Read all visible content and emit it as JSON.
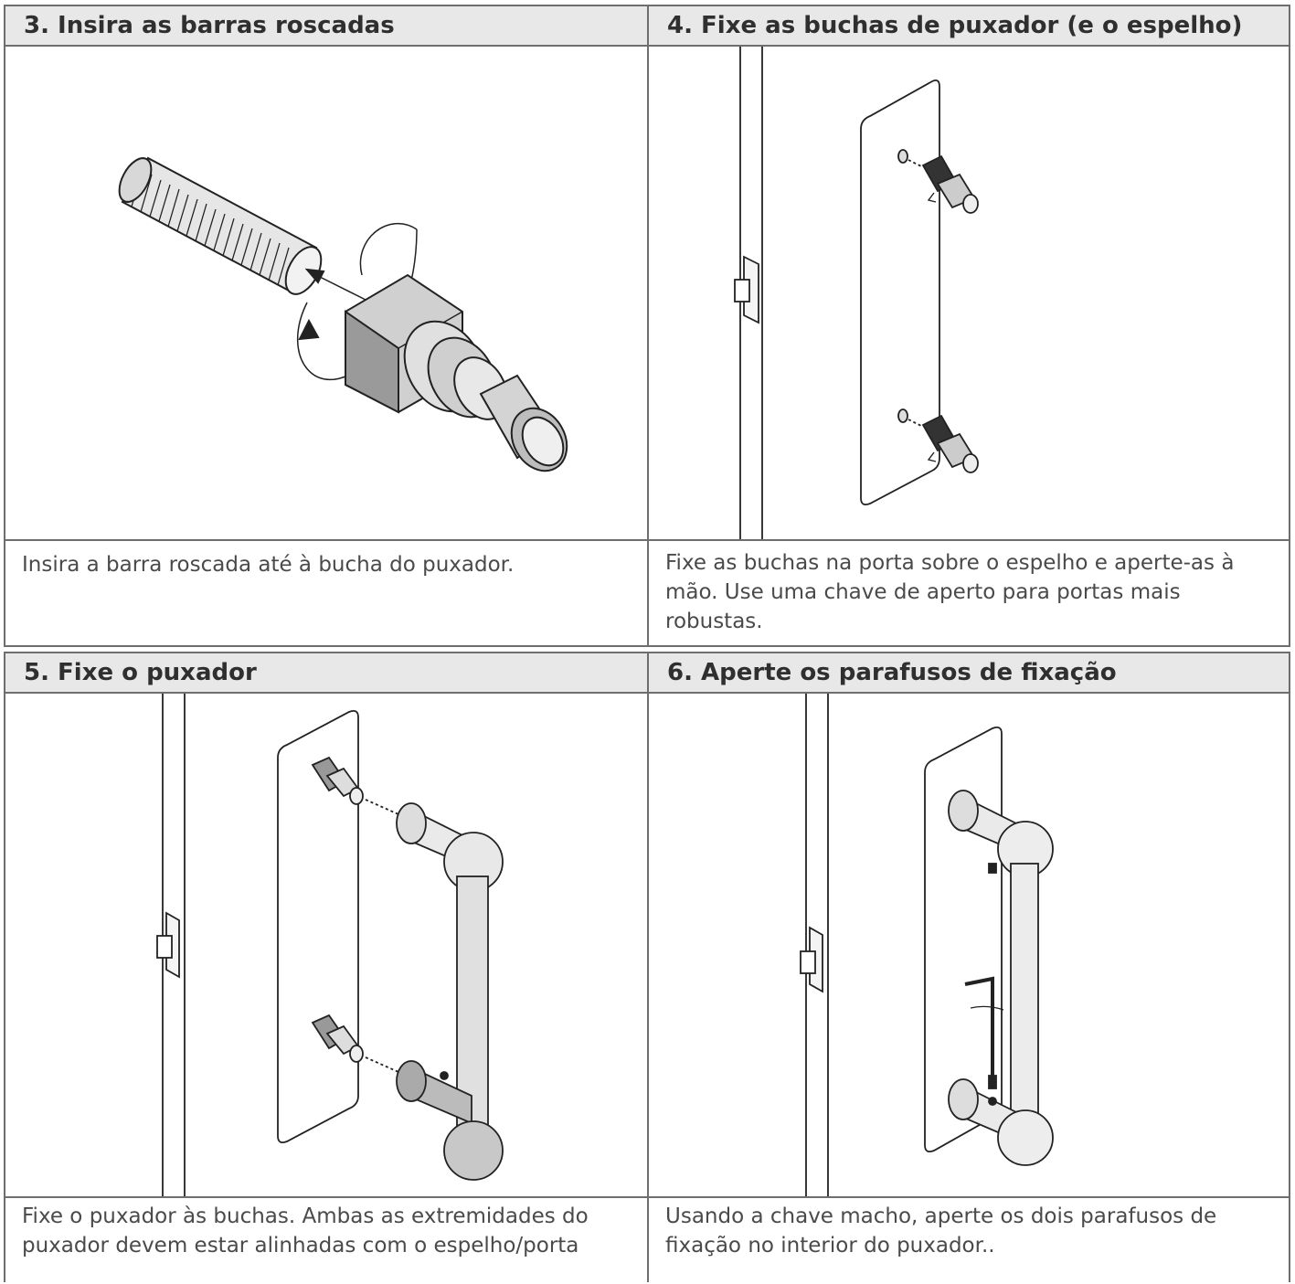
{
  "steps": [
    {
      "title": "3. Insira as barras roscadas",
      "description": "Insira a barra roscada até à bucha do puxador."
    },
    {
      "title": "4. Fixe as buchas de puxador (e o espelho)",
      "description": "Fixe as buchas na porta sobre o espelho e aperte-as à mão. Use uma chave de aperto para portas mais robustas."
    },
    {
      "title": "5. Fixe o puxador",
      "description": "Fixe o puxador às buchas. Ambas as extremidades do puxador devem estar alinhadas com o espelho/porta"
    },
    {
      "title": "6. Aperte os parafusos de fixação",
      "description": "Usando a chave macho, aperte os dois parafusos de fixação no interior do puxador.."
    }
  ],
  "colors": {
    "border": "#6e6e6e",
    "header_bg": "#e8e8e8",
    "text": "#4a4a4a"
  }
}
